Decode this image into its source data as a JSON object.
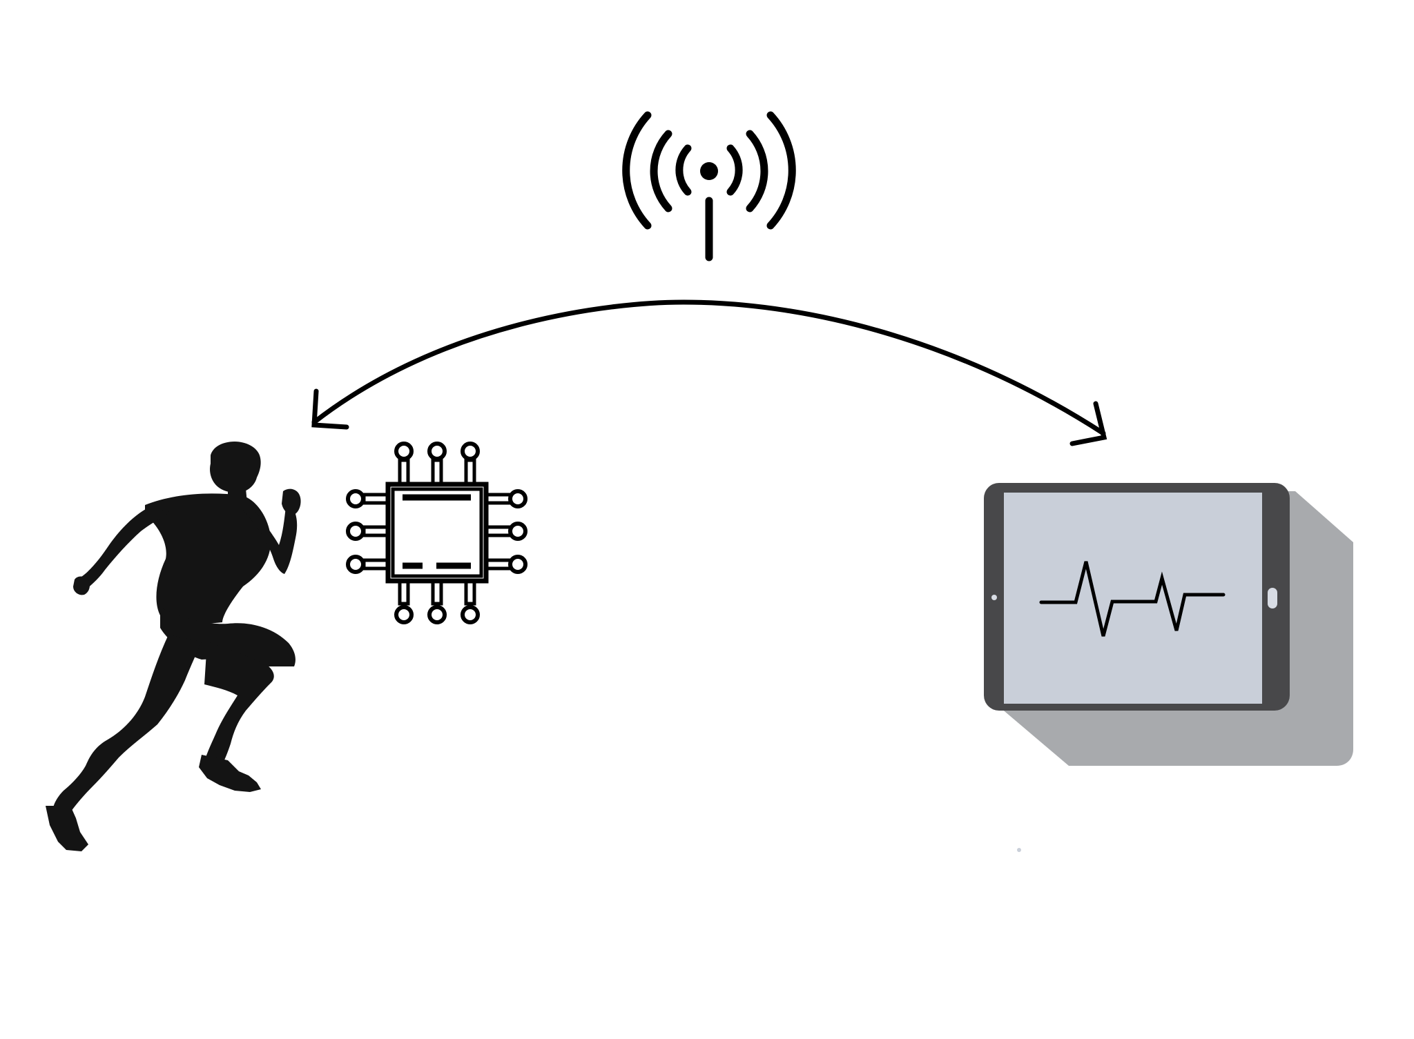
{
  "diagram": {
    "nodes": [
      {
        "id": "runner",
        "icon": "runner-silhouette-icon"
      },
      {
        "id": "sensor-chip",
        "icon": "microchip-icon"
      },
      {
        "id": "wireless-antenna",
        "icon": "wireless-antenna-icon"
      },
      {
        "id": "tablet",
        "icon": "tablet-icon",
        "screen_content": "heartbeat-waveform-icon"
      }
    ],
    "connections": [
      {
        "from": "wireless-antenna",
        "to": "runner",
        "style": "curved-double-arrow"
      },
      {
        "from": "wireless-antenna",
        "to": "tablet",
        "style": "curved-double-arrow"
      }
    ]
  },
  "colors": {
    "background": "#ffffff",
    "stroke": "#000000",
    "runner": "#141414",
    "tablet_body": "#48484a",
    "tablet_screen": "#c9cfd9",
    "tablet_shadow": "#a8aaad",
    "tablet_button": "#d8dce4"
  }
}
